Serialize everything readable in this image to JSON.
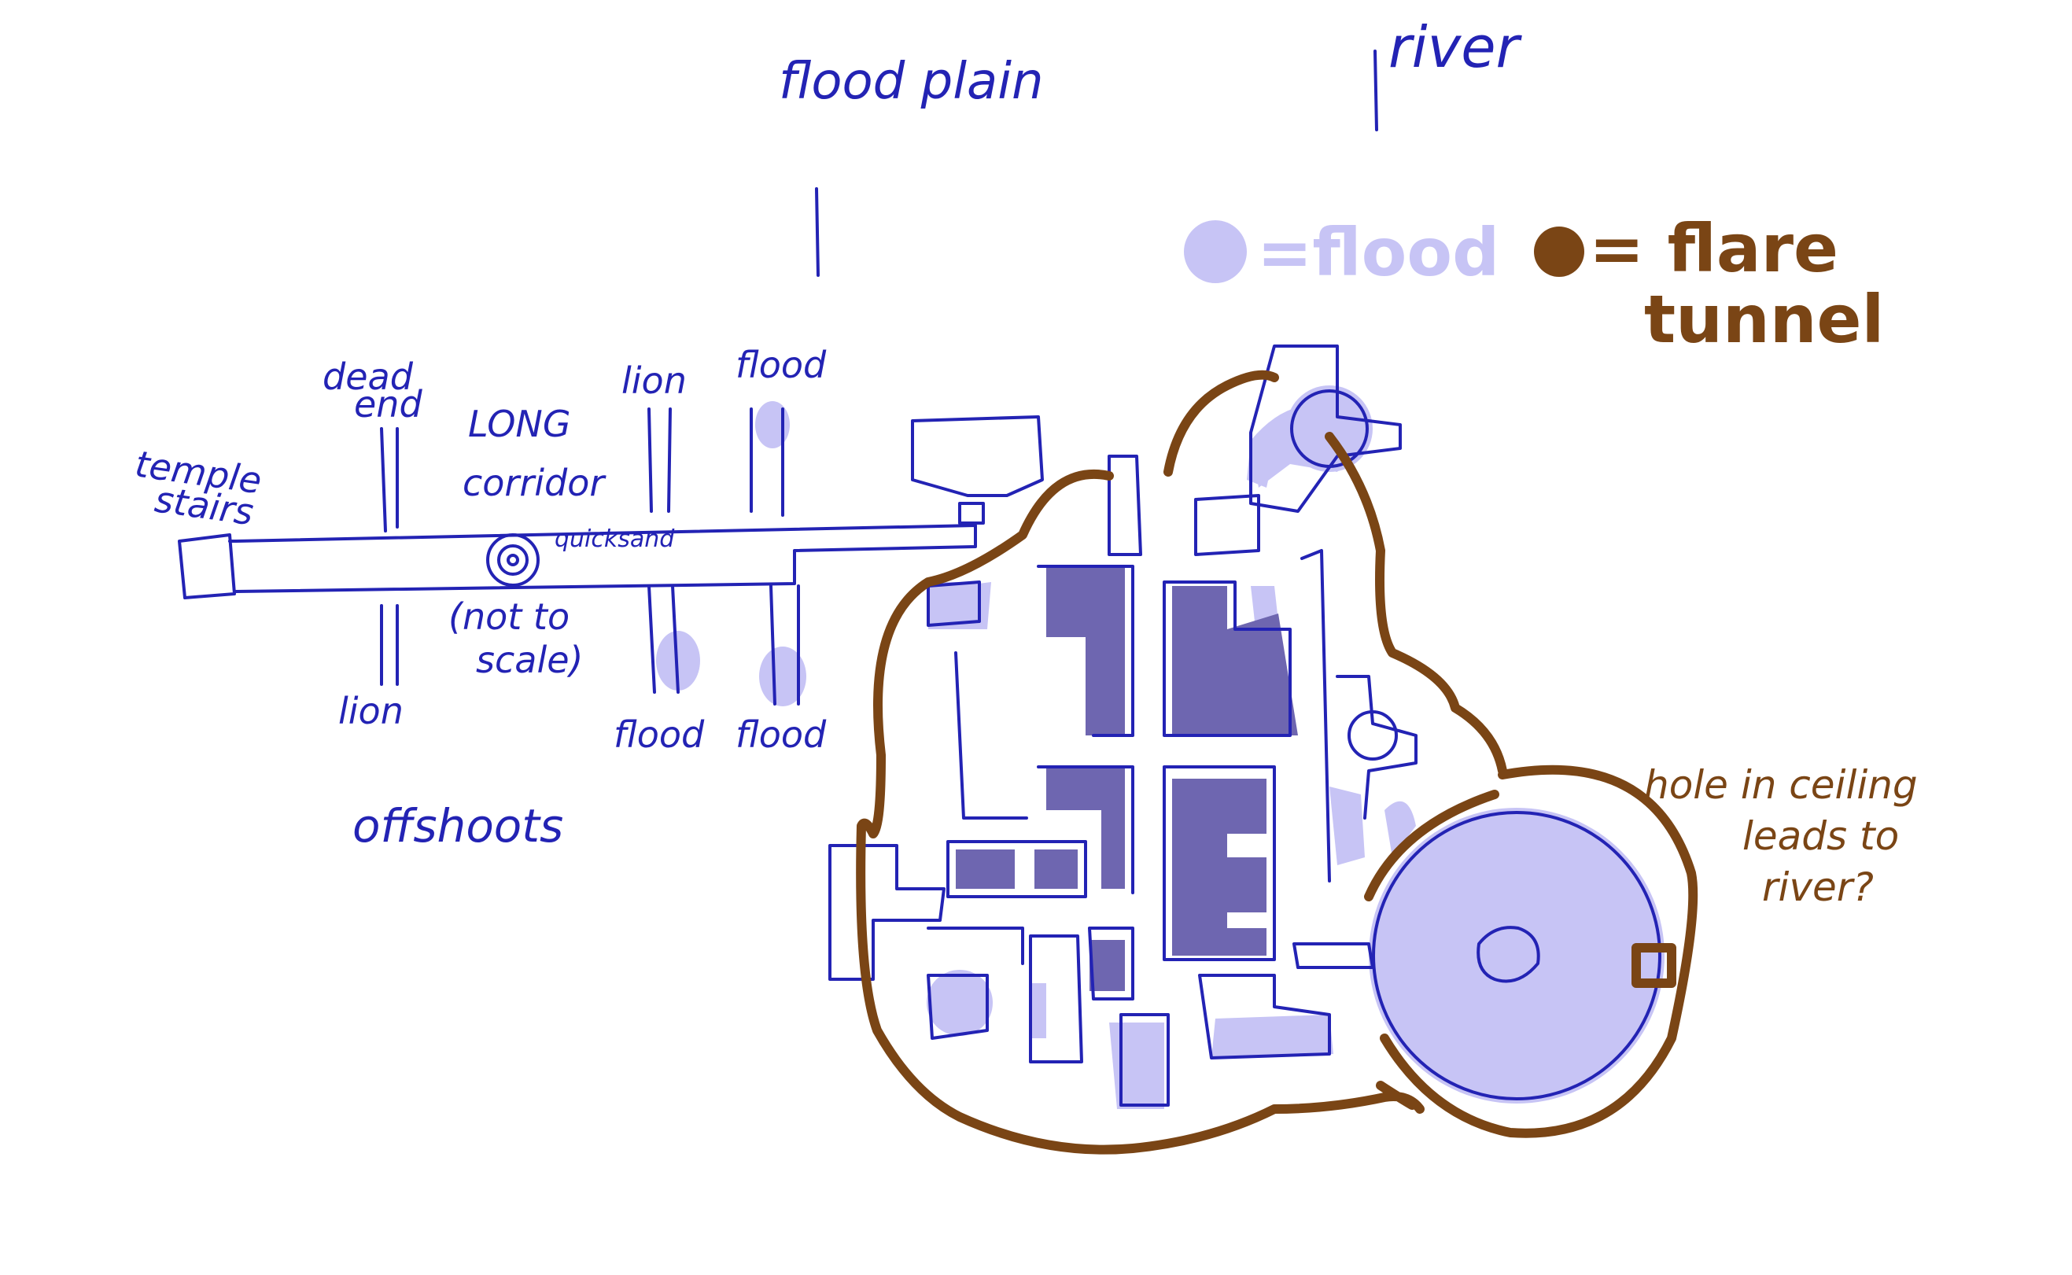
{
  "map": {
    "top_labels": {
      "flood_plain": "flood plain",
      "river": "river"
    },
    "legend": {
      "flood": "=flood",
      "flare": "= flare",
      "flare_line2": "tunnel",
      "colors": {
        "flood": "#c7c4f5",
        "flare": "#7a4515",
        "ink": "#2323b4",
        "dense_flood": "#6e66b0"
      }
    },
    "labels": {
      "dead_end": "dead",
      "dead_end_2": "end",
      "temple_stairs": "temple",
      "temple_stairs_2": "stairs",
      "long": "LONG",
      "corridor": "corridor",
      "lion_top": "lion",
      "flood_top": "flood",
      "quicksand": "quicksand",
      "not_to": "(not to",
      "scale": "scale)",
      "lion_bottom": "lion",
      "flood_bottom_1": "flood",
      "flood_bottom_2": "flood",
      "offshoots": "offshoots"
    },
    "annotation": {
      "line1": "hole in ceiling",
      "line2": "leads to",
      "line3": "river?"
    }
  }
}
